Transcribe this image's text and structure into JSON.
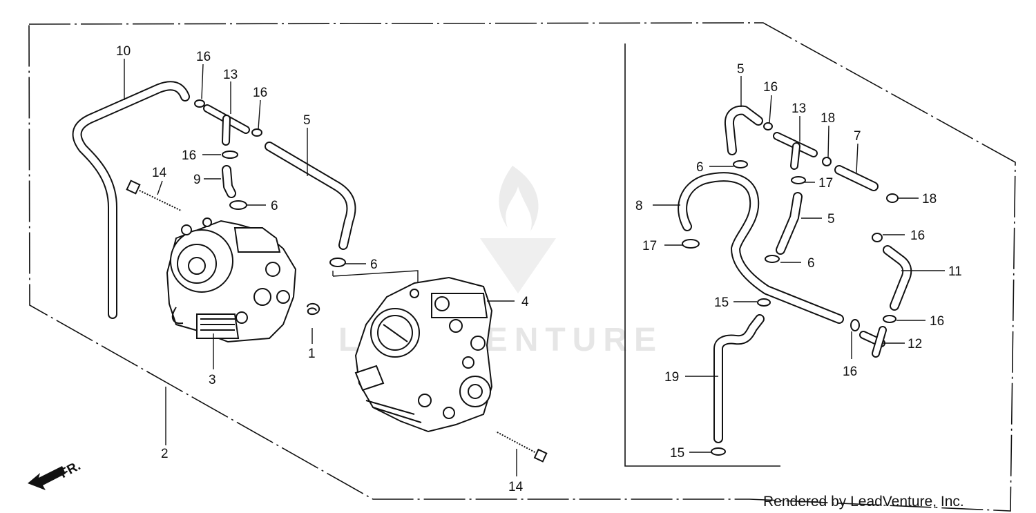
{
  "watermark": {
    "text": "LEADVENTURE"
  },
  "direction": {
    "label": "FR."
  },
  "credit": "Rendered by LeadVenture, Inc.",
  "callouts": {
    "c1": "1",
    "c2": "2",
    "c3": "3",
    "c4": "4",
    "c5a": "5",
    "c5b": "5",
    "c5c": "5",
    "c6a": "6",
    "c6b": "6",
    "c6c": "6",
    "c6d": "6",
    "c7": "7",
    "c8": "8",
    "c9": "9",
    "c10": "10",
    "c11": "11",
    "c12": "12",
    "c13a": "13",
    "c13b": "13",
    "c14a": "14",
    "c14b": "14",
    "c15a": "15",
    "c15b": "15",
    "c16a": "16",
    "c16b": "16",
    "c16c": "16",
    "c16d": "16",
    "c16e": "16",
    "c16f": "16",
    "c16g": "16",
    "c17a": "17",
    "c17b": "17",
    "c18a": "18",
    "c18b": "18",
    "c19": "19"
  },
  "colors": {
    "ink": "#111111",
    "paper": "#ffffff",
    "watermark": "#e6e6e6"
  }
}
